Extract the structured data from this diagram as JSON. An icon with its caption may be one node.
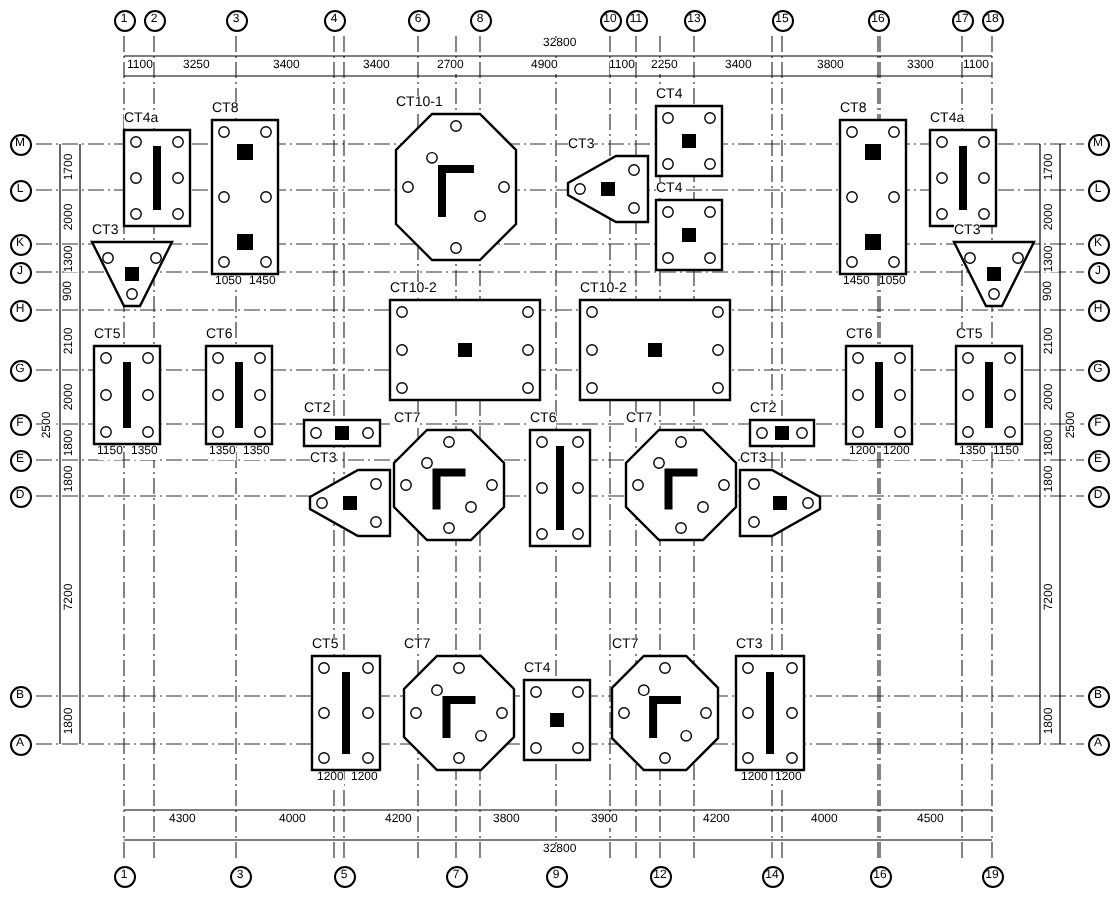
{
  "diagram": {
    "nodes": [
      {
        "text": [
          "CT4a"
        ]
      },
      {
        "text": [
          "CT8"
        ]
      },
      {
        "text": [
          "CT10-1"
        ]
      },
      {
        "text": [
          "CT3"
        ]
      },
      {
        "text": [
          "CT3"
        ]
      },
      {
        "text": [
          "CT4"
        ]
      },
      {
        "text": [
          "CT4"
        ]
      },
      {
        "text": [
          "CT8"
        ]
      },
      {
        "text": [
          "CT4a"
        ]
      },
      {
        "text": [
          "CT3"
        ]
      },
      {
        "text": [
          "CT10-2"
        ]
      },
      {
        "text": [
          "CT10-2"
        ]
      },
      {
        "text": [
          "CT5"
        ]
      },
      {
        "text": [
          "CT6"
        ]
      },
      {
        "text": [
          "CT2"
        ]
      },
      {
        "text": [
          "CT7"
        ]
      },
      {
        "text": [
          "CT6"
        ]
      },
      {
        "text": [
          "CT7"
        ]
      },
      {
        "text": [
          "CT2"
        ]
      },
      {
        "text": [
          "CT6"
        ]
      },
      {
        "text": [
          "CT5"
        ]
      },
      {
        "text": [
          "CT3"
        ]
      },
      {
        "text": [
          "CT3"
        ]
      },
      {
        "text": [
          "CT5"
        ]
      },
      {
        "text": [
          "CT7"
        ]
      },
      {
        "text": [
          "CT4"
        ]
      },
      {
        "text": [
          "CT7"
        ]
      },
      {
        "text": [
          "CT3"
        ]
      }
    ],
    "labels": [
      "1",
      "2",
      "3",
      "4",
      "6",
      "8",
      "10",
      "11",
      "13",
      "15",
      "16",
      "17",
      "18",
      "32800",
      "1100",
      "3250",
      "3400",
      "3400",
      "2700",
      "4900",
      "1100",
      "2250",
      "3400",
      "3800",
      "3300",
      "1100",
      "M",
      "L",
      "K",
      "J",
      "H",
      "G",
      "F",
      "E",
      "D",
      "B",
      "A",
      "1700",
      "2000",
      "1300",
      "900",
      "2100",
      "2000",
      "1800",
      "1800",
      "7200",
      "1800",
      "2500",
      "1700",
      "2000",
      "1300",
      "900",
      "2100",
      "2000",
      "1800",
      "1800",
      "7200",
      "1800",
      "2500",
      "M",
      "L",
      "K",
      "J",
      "H",
      "G",
      "F",
      "E",
      "D",
      "B",
      "A",
      "1050",
      "1450",
      "1450",
      "1050",
      "1150",
      "1350",
      "1350",
      "1350",
      "1200",
      "1200",
      "1350",
      "1150",
      "1200",
      "1200",
      "1200",
      "1200",
      "4300",
      "4000",
      "4200",
      "3800",
      "3900",
      "4200",
      "4000",
      "4500",
      "32800",
      "1",
      "3",
      "5",
      "7",
      "9",
      "12",
      "14",
      "16",
      "19"
    ]
  }
}
